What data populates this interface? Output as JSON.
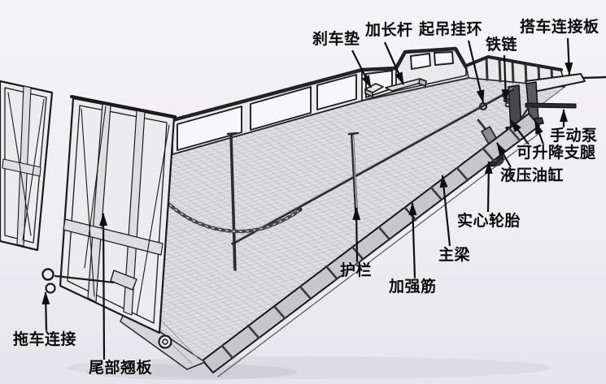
{
  "colors": {
    "paper": "#efeef3",
    "ink": "#141416",
    "metal_light": "#ebebee",
    "metal_mid": "#c6c6cb",
    "tire": "#2b2b2d"
  },
  "labels": [
    {
      "name": "brake-pad",
      "text": "刹车垫"
    },
    {
      "name": "extension-rod",
      "text": "加长杆"
    },
    {
      "name": "lifting-ring",
      "text": "起吊挂环"
    },
    {
      "name": "iron-chain",
      "text": "铁链"
    },
    {
      "name": "dock-connection-plate",
      "text": "搭车连接板"
    },
    {
      "name": "hand-pump",
      "text": "手动泵"
    },
    {
      "name": "liftable-support-legs",
      "text": "可升降支腿"
    },
    {
      "name": "hydraulic-cylinder",
      "text": "液压油缸"
    },
    {
      "name": "solid-tire",
      "text": "实心轮胎"
    },
    {
      "name": "main-beam",
      "text": "主梁"
    },
    {
      "name": "reinforcing-rib",
      "text": "加强筋"
    },
    {
      "name": "guardrail",
      "text": "护栏"
    },
    {
      "name": "trailer-connection",
      "text": "拖车连接"
    },
    {
      "name": "tail-flap",
      "text": "尾部翘板"
    }
  ]
}
